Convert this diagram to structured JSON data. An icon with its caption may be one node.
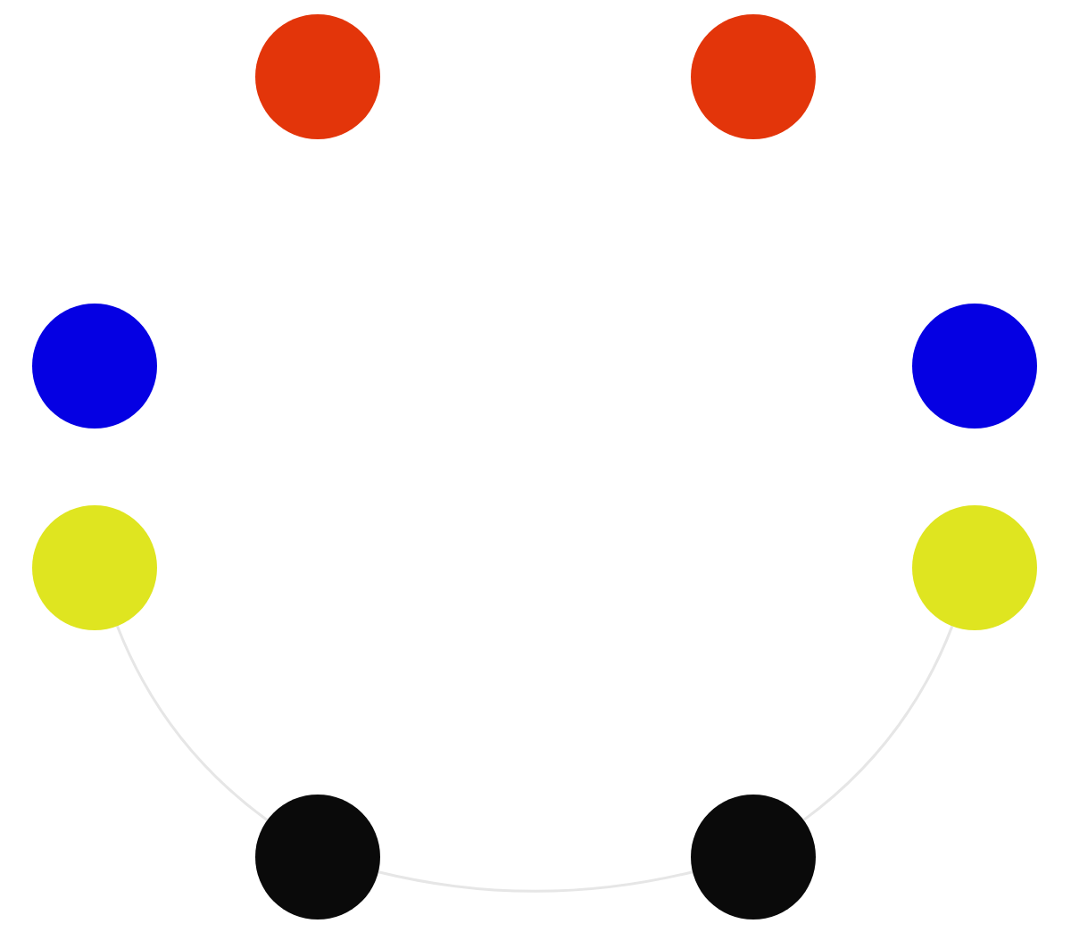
{
  "diagram": {
    "nodes": [
      {
        "text": [],
        "shape": "circle"
      },
      {
        "text": [],
        "shape": "circle"
      },
      {
        "text": [],
        "shape": "circle"
      },
      {
        "text": [],
        "shape": "circle"
      },
      {
        "text": [],
        "shape": "circle"
      },
      {
        "text": [],
        "shape": "circle"
      },
      {
        "text": [],
        "shape": "circle"
      },
      {
        "text": [],
        "shape": "circle"
      }
    ],
    "edges": [
      {
        "from": 4,
        "to": 6,
        "arrow": "none"
      },
      {
        "from": 6,
        "to": 7,
        "arrow": "none"
      },
      {
        "from": 7,
        "to": 5,
        "arrow": "none"
      }
    ]
  }
}
